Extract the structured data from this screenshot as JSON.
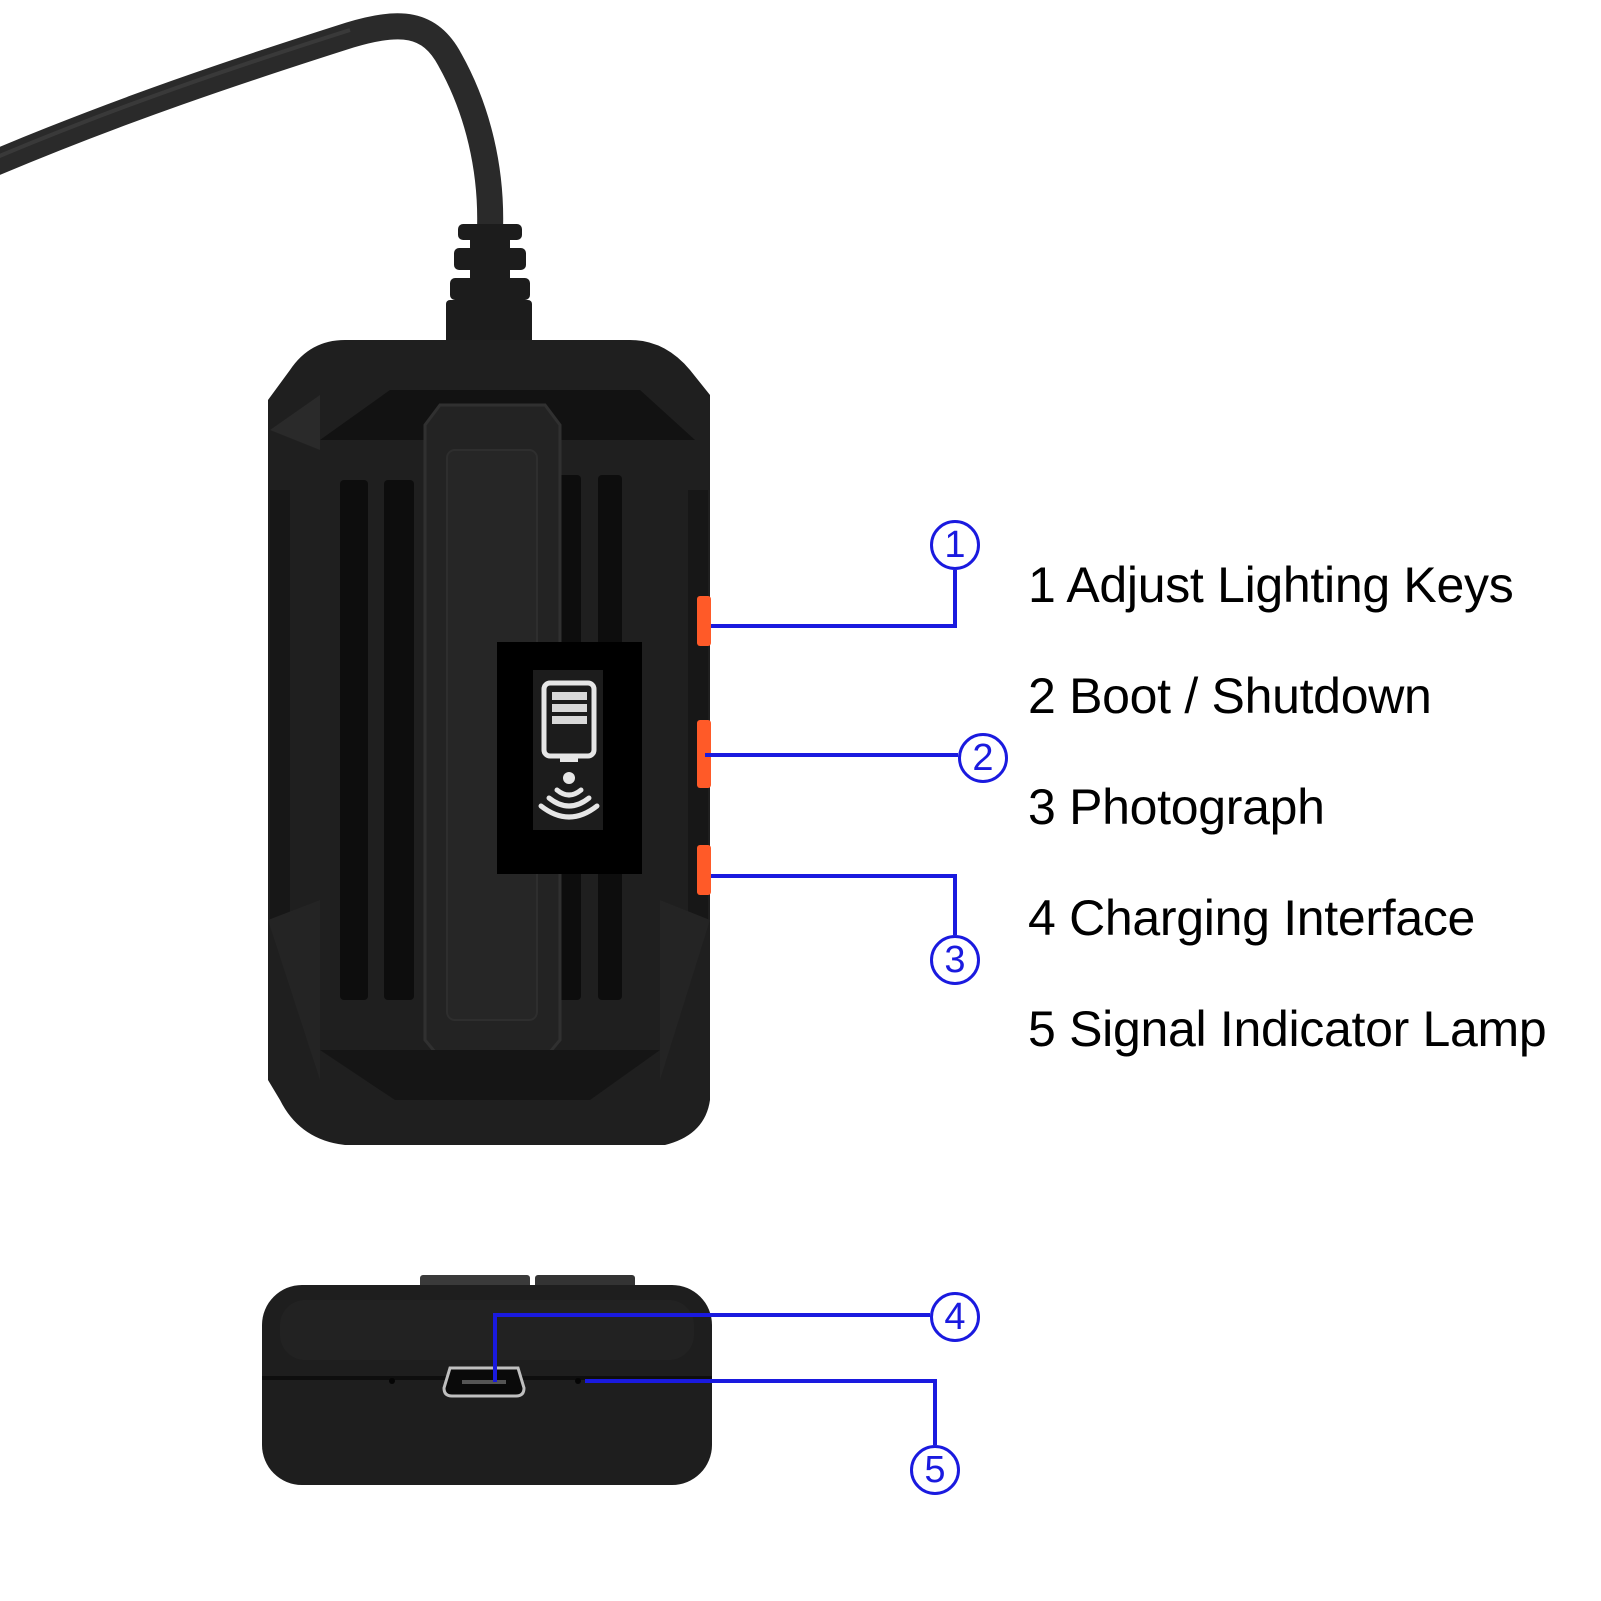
{
  "diagram": {
    "subject": "Wireless endoscope WiFi box with cable",
    "colors": {
      "device_body": "#1e1e1e",
      "device_dark": "#0d0d0d",
      "button_orange": "#ff5a28",
      "callout_blue": "#1a1adf",
      "text": "#000000",
      "background": "#ffffff"
    },
    "callouts": [
      {
        "number": "1",
        "target": "top orange side button"
      },
      {
        "number": "2",
        "target": "middle orange side button"
      },
      {
        "number": "3",
        "target": "bottom orange side button"
      },
      {
        "number": "4",
        "target": "micro USB port"
      },
      {
        "number": "5",
        "target": "indicator hole"
      }
    ],
    "legend": [
      "1 Adjust Lighting Keys",
      "2 Boot / Shutdown",
      "3 Photograph",
      "4 Charging Interface",
      "5 Signal Indicator Lamp"
    ],
    "front_label_icon": "battery-wifi-icon"
  }
}
